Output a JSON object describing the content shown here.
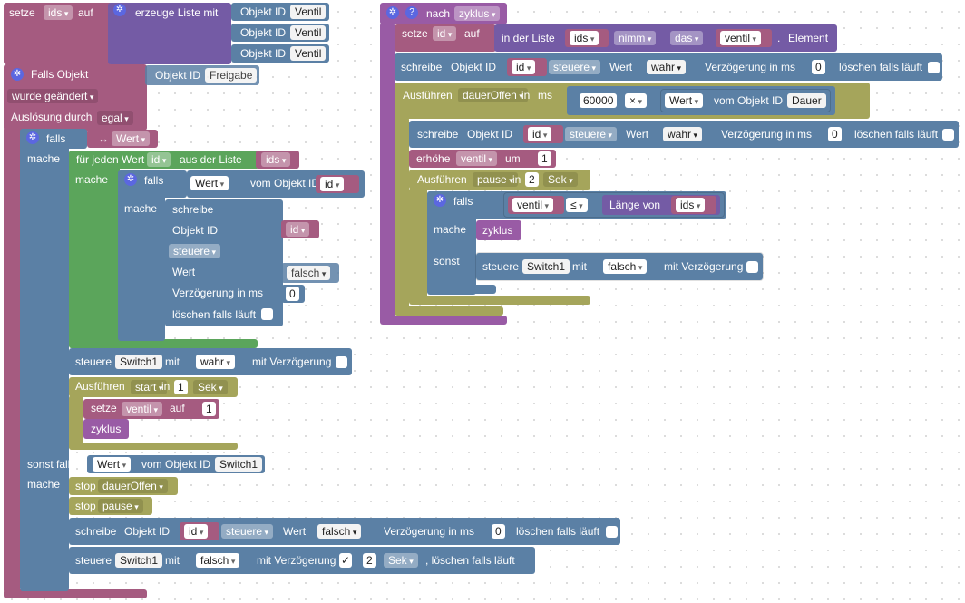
{
  "left": {
    "setze": "setze",
    "ids": "ids",
    "auf": "auf",
    "erzeuge": "erzeuge Liste mit",
    "objekt_id": "Objekt ID",
    "ventil": "Ventil",
    "falls_objekt": "Falls Objekt",
    "freigabe": "Freigabe",
    "wurde_geaendert": "wurde geändert",
    "ausloesung": "Auslösung durch",
    "egal": "egal",
    "falls": "falls",
    "wert": "Wert",
    "arrow": "↔",
    "mache": "mache",
    "fuer_jeden": "für jeden Wert",
    "id": "id",
    "aus_liste": "aus der Liste",
    "vom_objekt": "vom Objekt ID",
    "schreibe": "schreibe",
    "steuere": "steuere",
    "falsch": "falsch",
    "wahr": "wahr",
    "verzoegerung": "Verzögerung in ms",
    "zero": "0",
    "loeschen": "löschen falls läuft",
    "switch1": "Switch1",
    "mit": "mit",
    "mit_verzoegerung": "mit Verzögerung",
    "ausfuehren": "Ausführen",
    "start": "start",
    "in": "in",
    "one": "1",
    "sek": "Sek",
    "ventil_var": "ventil",
    "zyklus": "zyklus",
    "sonst_falls": "sonst falls",
    "stop": "stop",
    "daueroffen": "dauerOffen",
    "pause": "pause",
    "checkmark": "✓",
    "two": "2",
    "loeschen2": ", löschen falls läuft"
  },
  "right": {
    "nach": "nach",
    "zyklus": "zyklus",
    "setze": "setze",
    "id": "id",
    "auf": "auf",
    "in_liste": "in der Liste",
    "ids": "ids",
    "nimm": "nimm",
    "das": "das",
    "ventil": "ventil",
    "dot": ".",
    "element": "Element",
    "schreibe": "schreibe",
    "objekt_id": "Objekt ID",
    "steuere": "steuere",
    "wert": "Wert",
    "wahr": "wahr",
    "verzoegerung": "Verzögerung in ms",
    "zero": "0",
    "loeschen": "löschen falls läuft",
    "ausfuehren": "Ausführen",
    "daueroffen": "dauerOffen",
    "in": "in",
    "ms": "ms",
    "num60000": "60000",
    "times": "×",
    "vom_objekt": "vom Objekt ID",
    "dauer": "Dauer",
    "erhoehe": "erhöhe",
    "um": "um",
    "one": "1",
    "pause": "pause",
    "two": "2",
    "sek": "Sek",
    "falls": "falls",
    "le": "≤",
    "laenge": "Länge von",
    "mache": "mache",
    "sonst": "sonst",
    "switch1": "Switch1",
    "mit": "mit",
    "falsch": "falsch",
    "mit_verzoegerung": "mit Verzögerung",
    "help": "?"
  },
  "colors": {
    "variables": "#a55b80",
    "lists": "#745ba5",
    "io": "#5b80a5",
    "loops": "#5ba55b",
    "timers": "#a5a55b",
    "procedures": "#995ba5",
    "gear": "#5b67e0"
  }
}
